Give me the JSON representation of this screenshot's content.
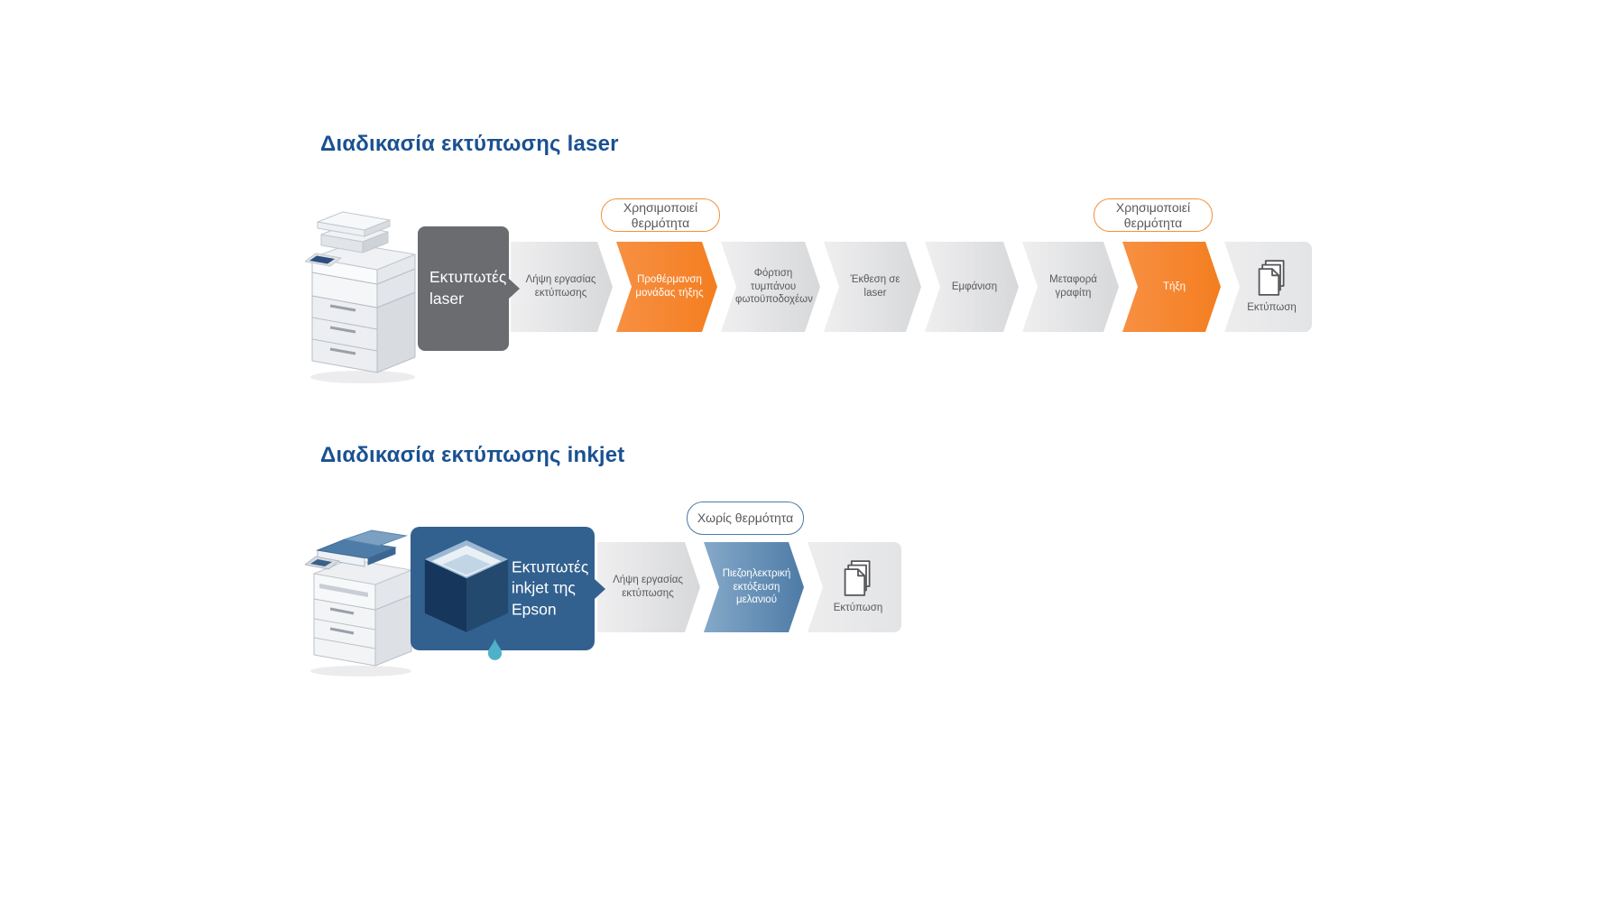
{
  "laser_section": {
    "title": "Διαδικασία εκτύπωσης laser",
    "printer_box_label": "Εκτυπωτές laser",
    "callouts": [
      {
        "text": "Χρησιμοποιεί θερμότητα"
      },
      {
        "text": "Χρησιμοποιεί θερμότητα"
      }
    ],
    "steps": [
      {
        "label": "Λήψη εργασίας εκτύπωσης",
        "type": "gray"
      },
      {
        "label": "Προθέρμανση μονάδας τήξης",
        "type": "orange"
      },
      {
        "label": "Φόρτιση τυμπάνου φωτοϋποδοχέων",
        "type": "gray"
      },
      {
        "label": "Έκθεση σε laser",
        "type": "gray"
      },
      {
        "label": "Εμφάνιση",
        "type": "gray"
      },
      {
        "label": "Μεταφορά γραφίτη",
        "type": "gray"
      },
      {
        "label": "Τήξη",
        "type": "orange"
      },
      {
        "label": "Εκτύπωση",
        "type": "end"
      }
    ]
  },
  "inkjet_section": {
    "title": "Διαδικασία εκτύπωσης inkjet",
    "printer_box_label": "Εκτυπωτές inkjet της Epson",
    "callouts": [
      {
        "text": "Χωρίς θερμότητα"
      }
    ],
    "steps": [
      {
        "label": "Λήψη εργασίας εκτύπωσης",
        "type": "gray"
      },
      {
        "label": "Πιεζοηλεκτρική εκτόξευση μελανιού",
        "type": "blue"
      },
      {
        "label": "Εκτύπωση",
        "type": "end"
      }
    ]
  },
  "icons": {
    "printed_pages": "printed-pages-icon",
    "printhead": "printhead-icon",
    "ink_drop": "ink-drop-icon",
    "laser_printer": "laser-printer-illustration",
    "inkjet_printer": "inkjet-printer-illustration"
  },
  "colors": {
    "title_blue": "#1a5191",
    "heat_orange": "#f47e20",
    "heat_orange_light": "#f79043",
    "no_heat_blue": "#4d7ba6",
    "no_heat_blue_light": "#85a9c9",
    "laser_box_gray": "#6b6c6f",
    "inkjet_box_blue": "#32618f",
    "step_text_gray": "#58595b",
    "step_gray_light": "#efeff0",
    "step_gray_dark": "#d7d8da",
    "callout_orange_border": "#f29138",
    "callout_blue_border": "#4d7ba6"
  }
}
